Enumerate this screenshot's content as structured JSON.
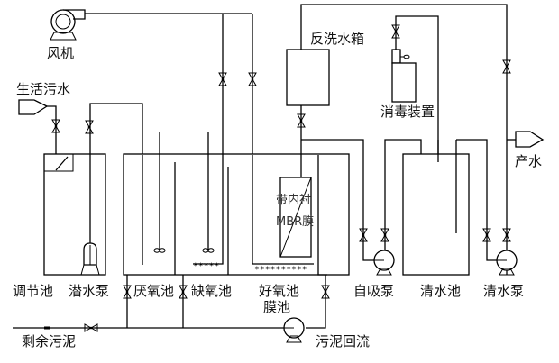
{
  "diagram": {
    "title": "MBR sewage treatment process flow",
    "labels": {
      "blower": "风机",
      "domestic_sewage": "生活污水",
      "backwash_tank": "反洗水箱",
      "disinfection_device": "消毒装置",
      "product_water": "产水",
      "equalization_tank": "调节池",
      "submersible_pump": "潜水泵",
      "anaerobic_tank": "厌氧池",
      "anoxic_tank": "缺氧池",
      "aerobic_tank": "好氧池",
      "membrane_tank": "膜池",
      "mbr_line1": "带内衬",
      "mbr_line2": "MBR膜",
      "self_priming_pump": "自吸泵",
      "clear_water_tank": "清水池",
      "clear_water_pump": "清水泵",
      "excess_sludge": "剩余污泥",
      "sludge_return": "污泥回流"
    },
    "colors": {
      "line": "#000000",
      "background": "#ffffff"
    }
  }
}
